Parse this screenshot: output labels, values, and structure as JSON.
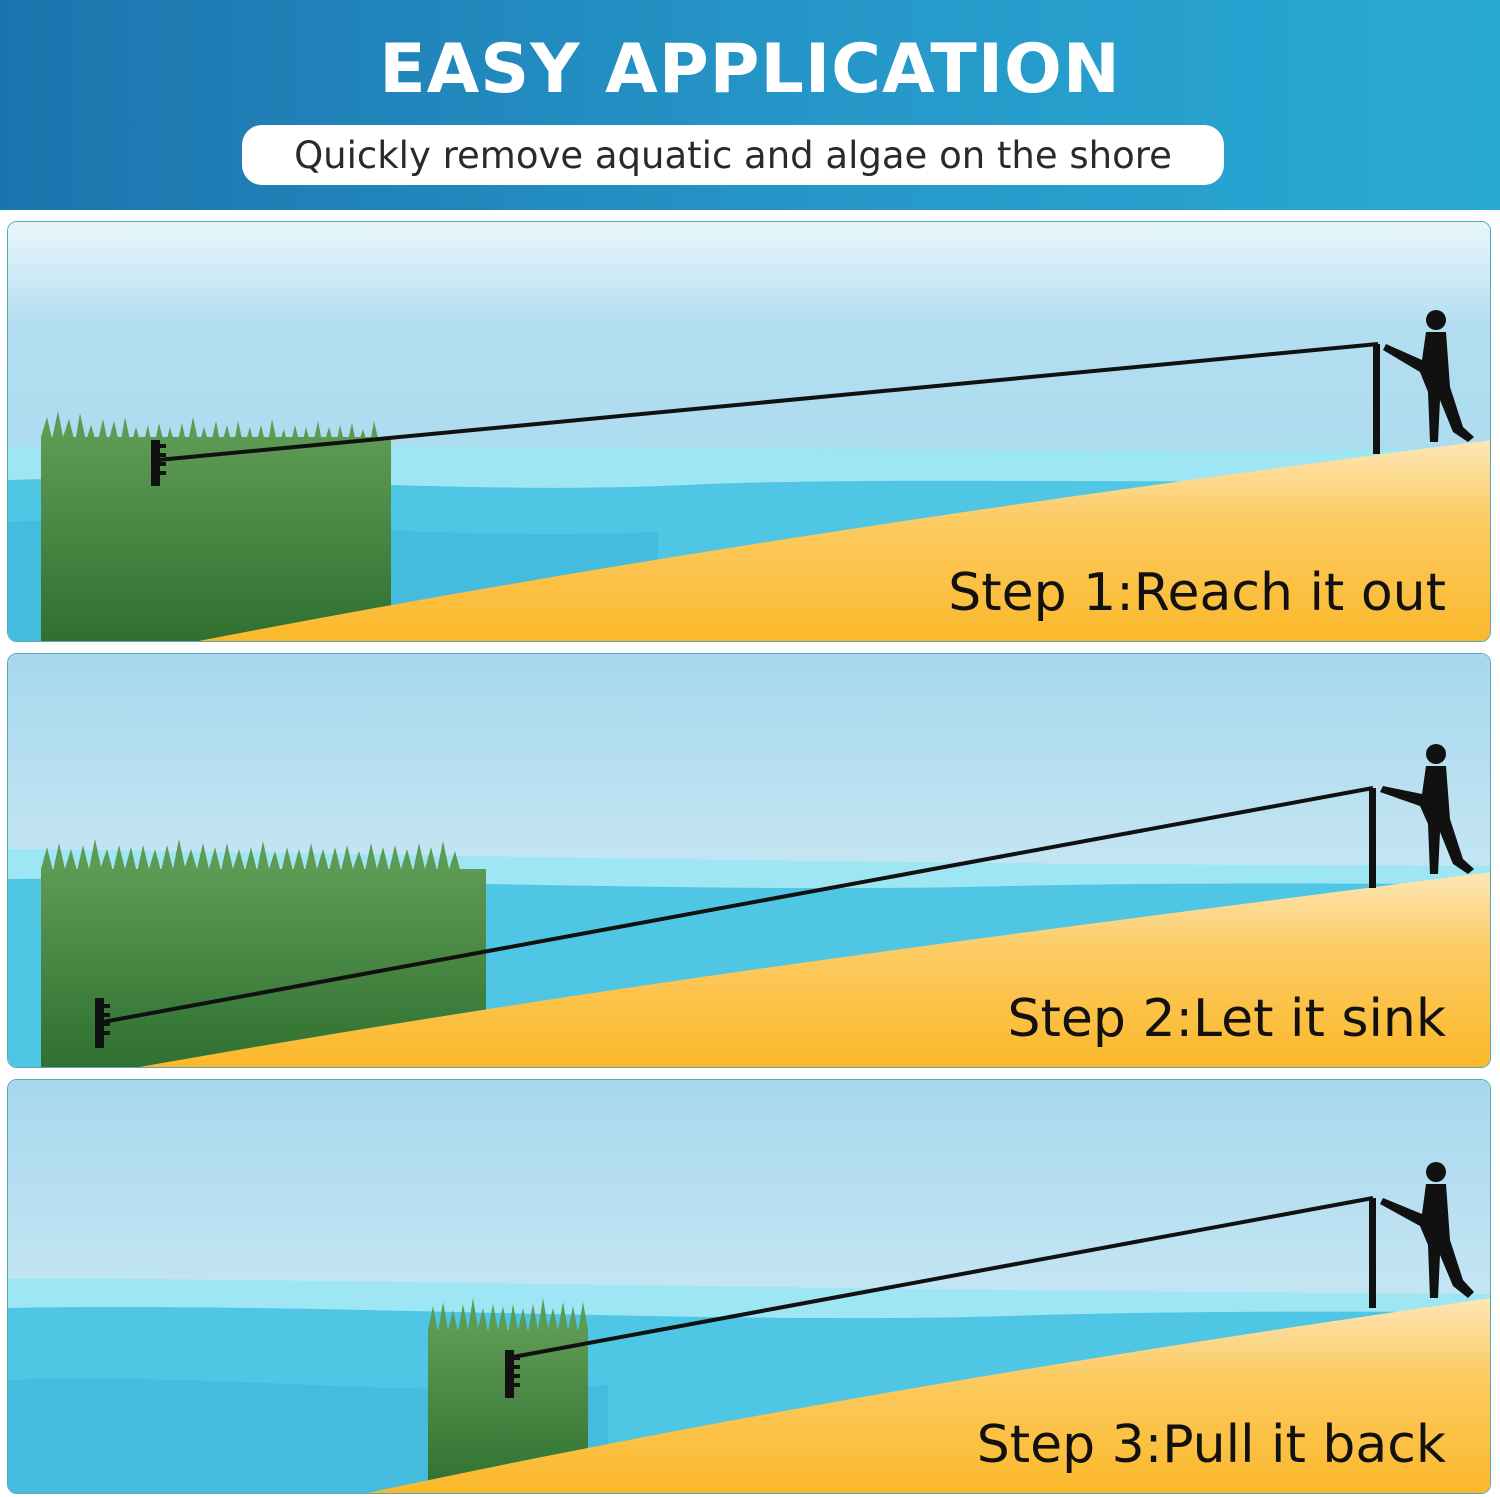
{
  "header": {
    "title": "EASY APPLICATION",
    "subtitle": "Quickly remove aquatic and algae on the shore"
  },
  "steps": [
    {
      "label": "Step 1:Reach it out"
    },
    {
      "label": "Step 2:Let it sink"
    },
    {
      "label": "Step 3:Pull it back"
    }
  ],
  "colors": {
    "header_blue": "#1c74ad",
    "sky": "#a9d9ee",
    "water": "#49c0e0",
    "sand": "#fbbe3c",
    "grass": "#3b7a33"
  }
}
